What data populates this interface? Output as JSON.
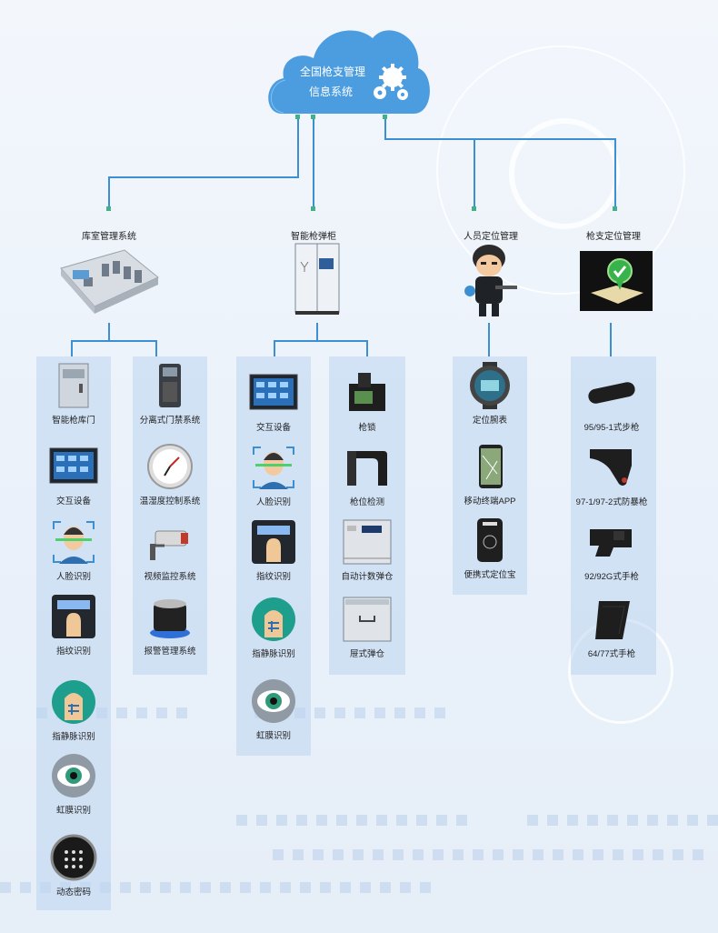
{
  "cloud": {
    "line1": "全国枪支管理",
    "line2": "信息系统",
    "icon": "gears-icon"
  },
  "systems": {
    "warehouse": "库室管理系统",
    "cabinet": "智能枪弹柜",
    "personnel": "人员定位管理",
    "gun": "枪支定位管理"
  },
  "warehouse_col1": [
    {
      "label": "智能枪库门",
      "icon": "vault-door-icon"
    },
    {
      "label": "交互设备",
      "icon": "touch-screen-icon"
    },
    {
      "label": "人脸识别",
      "icon": "face-recognition-icon"
    },
    {
      "label": "指纹识别",
      "icon": "fingerprint-reader-icon"
    },
    {
      "label": "指静脉识别",
      "icon": "finger-vein-icon"
    },
    {
      "label": "虹膜识别",
      "icon": "iris-icon"
    },
    {
      "label": "动态密码",
      "icon": "keypad-lock-icon"
    }
  ],
  "warehouse_col2": [
    {
      "label": "分离式门禁系统",
      "icon": "access-control-icon"
    },
    {
      "label": "温湿度控制系统",
      "icon": "hygrometer-icon"
    },
    {
      "label": "视频监控系统",
      "icon": "cctv-camera-icon"
    },
    {
      "label": "报警管理系统",
      "icon": "alarm-icon"
    }
  ],
  "cabinet_col1": [
    {
      "label": "交互设备",
      "icon": "touch-screen-icon"
    },
    {
      "label": "人脸识别",
      "icon": "face-recognition-icon"
    },
    {
      "label": "指纹识别",
      "icon": "fingerprint-reader-icon"
    },
    {
      "label": "指静脉识别",
      "icon": "finger-vein-icon"
    },
    {
      "label": "虹膜识别",
      "icon": "iris-icon"
    }
  ],
  "cabinet_col2": [
    {
      "label": "枪锁",
      "icon": "gun-lock-icon"
    },
    {
      "label": "枪位检测",
      "icon": "gun-slot-sensor-icon"
    },
    {
      "label": "自动计数弹仓",
      "icon": "ammo-counter-icon"
    },
    {
      "label": "屉式弹仓",
      "icon": "drawer-icon"
    }
  ],
  "personnel_items": [
    {
      "label": "定位腕表",
      "icon": "smartwatch-icon"
    },
    {
      "label": "移动终端APP",
      "icon": "phone-app-icon"
    },
    {
      "label": "便携式定位宝",
      "icon": "police-tracker-icon"
    }
  ],
  "gun_items": [
    {
      "label": "95/95-1式步枪",
      "icon": "rifle-tracker-icon"
    },
    {
      "label": "97-1/97-2式防暴枪",
      "icon": "riot-gun-tracker-icon"
    },
    {
      "label": "92/92G式手枪",
      "icon": "pistol-tracker-icon"
    },
    {
      "label": "64/77式手枪",
      "icon": "pistol-grip-tracker-icon"
    }
  ],
  "colors": {
    "line": "#3d8fd1",
    "cloud": "#4c9de0",
    "panel": "#bed6f0",
    "dot": "#3fb28a"
  }
}
